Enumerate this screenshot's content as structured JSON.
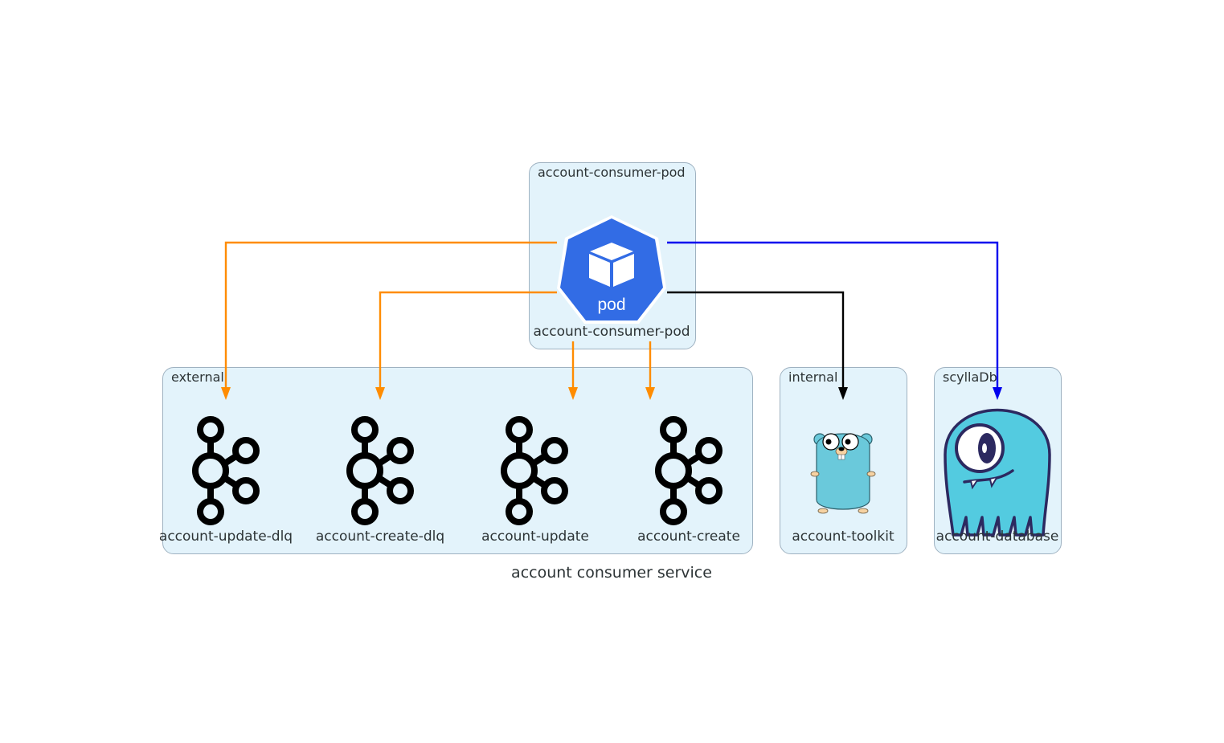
{
  "diagram": {
    "title": "account consumer service",
    "clusters": {
      "pod_cluster": "account-consumer-pod",
      "external": "external",
      "internal": "internal",
      "scylla": "scyllaDb"
    },
    "nodes": {
      "pod": {
        "label": "account-consumer-pod",
        "icon_text": "pod",
        "icon": "kubernetes-pod-icon"
      },
      "update_dlq": {
        "label": "account-update-dlq",
        "icon": "kafka-icon"
      },
      "create_dlq": {
        "label": "account-create-dlq",
        "icon": "kafka-icon"
      },
      "update": {
        "label": "account-update",
        "icon": "kafka-icon"
      },
      "create": {
        "label": "account-create",
        "icon": "kafka-icon"
      },
      "toolkit": {
        "label": "account-toolkit",
        "icon": "go-gopher-icon"
      },
      "database": {
        "label": "account-database",
        "icon": "scylladb-icon"
      }
    },
    "edges": [
      {
        "from": "account-consumer-pod",
        "to": "account-update-dlq",
        "color": "#ff8c00"
      },
      {
        "from": "account-consumer-pod",
        "to": "account-create-dlq",
        "color": "#ff8c00"
      },
      {
        "from": "account-consumer-pod",
        "to": "account-update",
        "color": "#ff8c00"
      },
      {
        "from": "account-consumer-pod",
        "to": "account-create",
        "color": "#ff8c00"
      },
      {
        "from": "account-consumer-pod",
        "to": "account-toolkit",
        "color": "#000000"
      },
      {
        "from": "account-consumer-pod",
        "to": "account-database",
        "color": "#0000ee"
      }
    ],
    "colors": {
      "cluster_fill": "#e3f3fb",
      "cluster_border": "#9fb2c1",
      "kubernetes_blue": "#326ce5",
      "kafka_black": "#000000",
      "gopher_teal": "#6ac9db",
      "scylla_cyan": "#53cbe0"
    }
  }
}
